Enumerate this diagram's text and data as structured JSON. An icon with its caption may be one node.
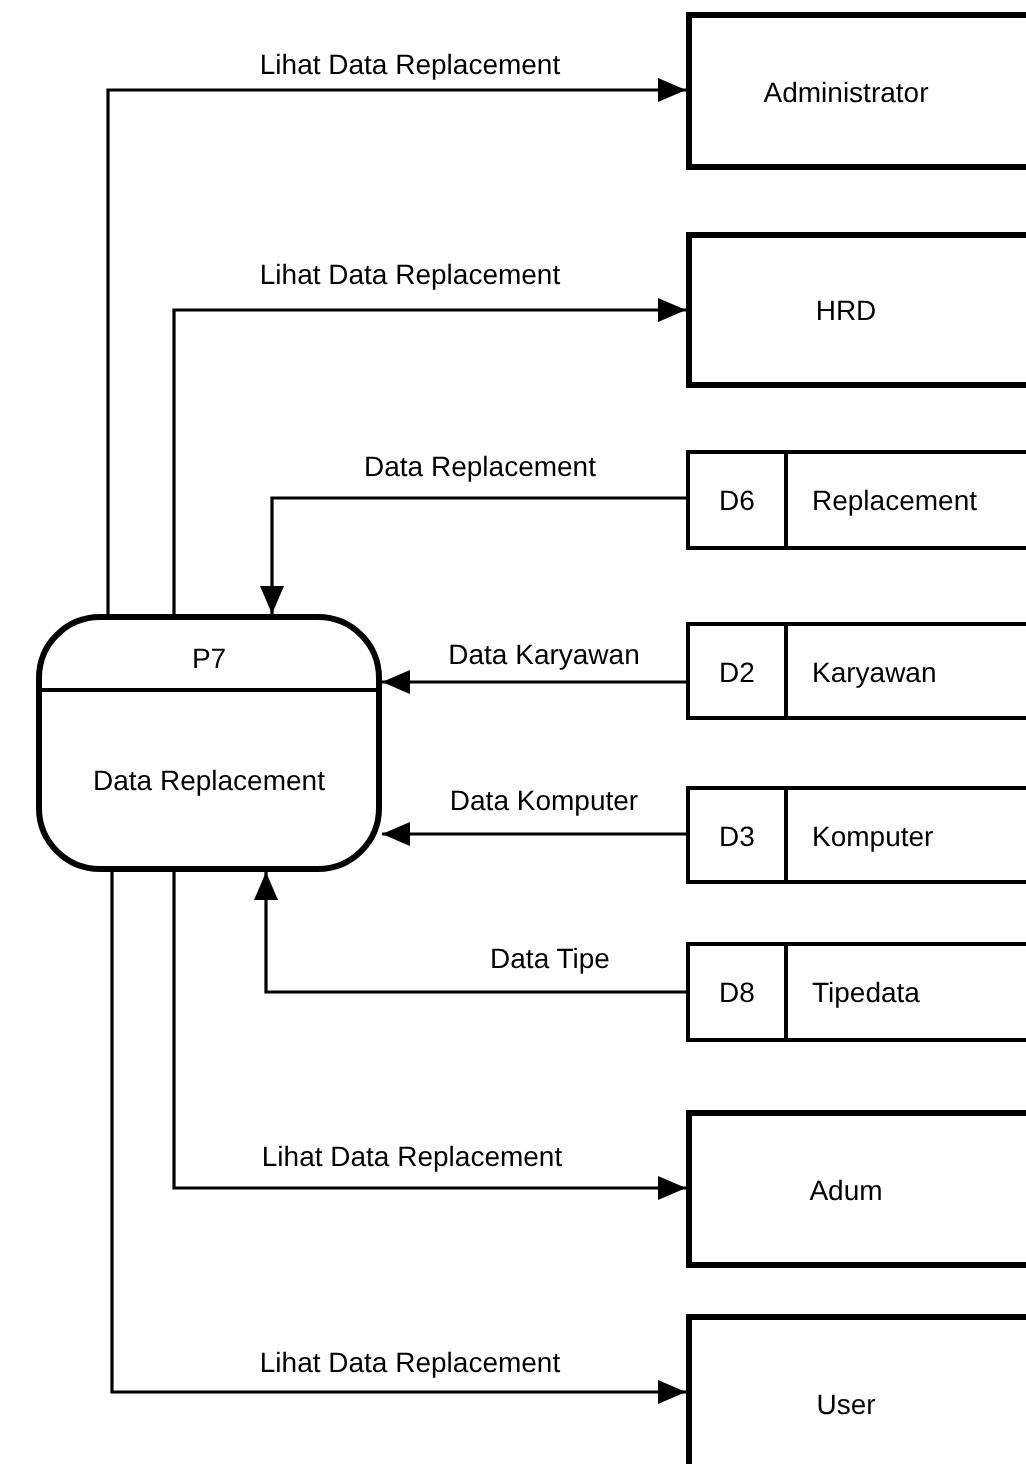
{
  "diagram": {
    "nodes": [
      {
        "text": [
          "P7",
          "Data Replacement"
        ]
      },
      {
        "text": [
          "Administrator"
        ]
      },
      {
        "text": [
          "HRD"
        ]
      },
      {
        "text": [
          "D6",
          "Replacement"
        ]
      },
      {
        "text": [
          "D2",
          "Karyawan"
        ]
      },
      {
        "text": [
          "D3",
          "Komputer"
        ]
      },
      {
        "text": [
          "D8",
          "Tipedata"
        ]
      },
      {
        "text": [
          "Adum"
        ]
      },
      {
        "text": [
          "User"
        ]
      }
    ],
    "edges": [
      {
        "from": 0,
        "to": 1,
        "arrow": "to",
        "label": "Lihat Data Replacement"
      },
      {
        "from": 0,
        "to": 2,
        "arrow": "to",
        "label": "Lihat Data Replacement"
      },
      {
        "from": 3,
        "to": 0,
        "arrow": "to",
        "label": "Data Replacement"
      },
      {
        "from": 4,
        "to": 0,
        "arrow": "to",
        "label": "Data Karyawan"
      },
      {
        "from": 5,
        "to": 0,
        "arrow": "to",
        "label": "Data Komputer"
      },
      {
        "from": 6,
        "to": 0,
        "arrow": "to",
        "label": "Data Tipe"
      },
      {
        "from": 0,
        "to": 7,
        "arrow": "to",
        "label": "Lihat Data Replacement"
      },
      {
        "from": 0,
        "to": 8,
        "arrow": "to",
        "label": "Lihat Data Replacement"
      }
    ]
  }
}
